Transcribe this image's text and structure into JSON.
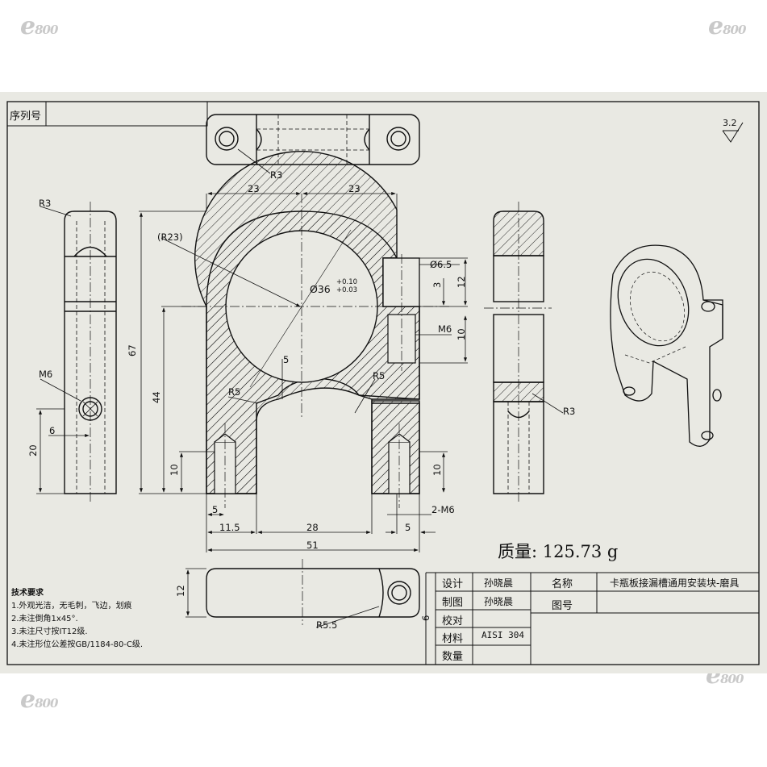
{
  "watermark": {
    "text": "e",
    "sub": "800"
  },
  "drawing": {
    "serial_label": "序列号",
    "roughness": "3.2",
    "dims": {
      "top_r3": "R3",
      "w23a": "23",
      "w23b": "23",
      "r23": "(R23)",
      "d36": "Ø36",
      "tol_up": "+0.10",
      "tol_dn": "+0.03",
      "h67": "67",
      "h44": "44",
      "h10a": "10",
      "h10b": "10",
      "h12": "12",
      "h3": "3",
      "h10c": "10",
      "d65": "Ø6.5",
      "m6a": "M6",
      "m6b": "M6",
      "m6c": "2-M6",
      "r5a": "R5",
      "r5b": "R5",
      "r5c": "5",
      "d5a": "5",
      "d115": "11.5",
      "d28": "28",
      "d5b": "5",
      "d51": "51",
      "left_r3": "R3",
      "left_20": "20",
      "left_6": "6",
      "right_r3": "R3",
      "bot_12": "12",
      "bot_r55": "R5.5",
      "bot_6": "6"
    },
    "mass": "质量: 125.73 g",
    "notes": {
      "title": "技术要求",
      "items": [
        "1.外观光洁，无毛刺，飞边，划痕",
        "2.未注倒角1x45°.",
        "3.未注尺寸按IT12级.",
        "4.未注形位公差按GB/1184-80-C级."
      ]
    },
    "titleblock": {
      "design_label": "设计",
      "design_value": "孙晓晨",
      "draw_label": "制图",
      "draw_value": "孙晓晨",
      "check_label": "校对",
      "material_label": "材料",
      "material_value": "AISI 304",
      "qty_label": "数量",
      "name_label": "名称",
      "name_value": "卡瓶板接漏槽通用安装块-磨具",
      "fig_label": "图号"
    }
  }
}
